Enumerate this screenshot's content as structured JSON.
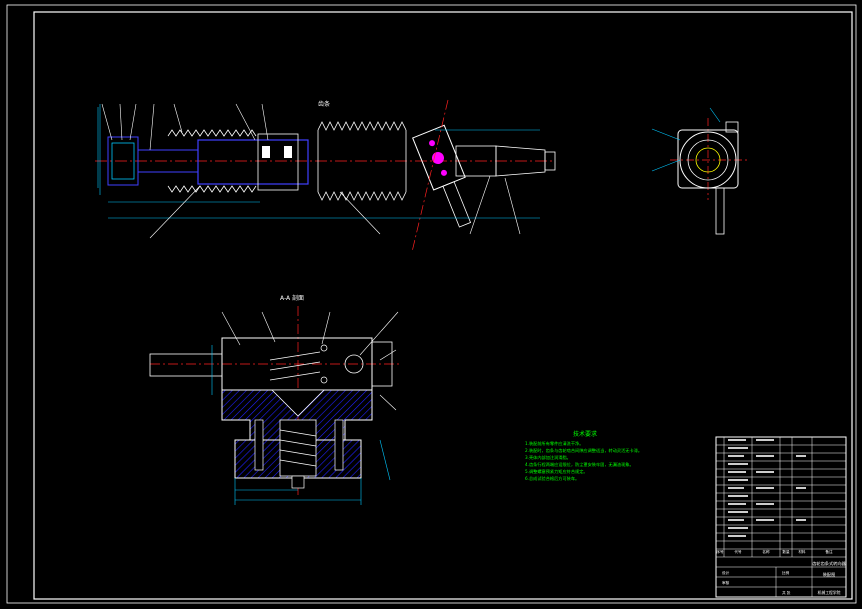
{
  "colors": {
    "background": "#000000",
    "frame": "#ffffff",
    "part": "#0000ff",
    "centerline": "#ff2020",
    "dimension": "#00c8ff",
    "hatch": "#2020ff",
    "note": "#00ff00",
    "accent": "#ff00ff",
    "highlight": "#ffff00"
  },
  "drawing": {
    "section_label": "A-A 剖面",
    "notes_title": "技术要求",
    "notes": [
      "1.装配前所有零件应清洗干净。",
      "2.装配时，齿条与齿轮啮合间隙应调整适当，转动灵活无卡滞。",
      "3.壳体内部加注润滑脂。",
      "4.齿条行程两端应设限位，防尘罩安装牢固，无漏油现象。",
      "5.调整螺塞预紧力矩应符合规定。",
      "6.总成试验合格后方可装车。"
    ]
  },
  "title_block": {
    "title": "齿轮齿条式转向器",
    "drawing_no": "装配图",
    "scale_label": "比例",
    "sheet_label": "共 张",
    "designer_label": "设计",
    "checker_label": "审核",
    "school": "机械工程学院",
    "bom_headers": [
      "序号",
      "代号",
      "名称",
      "数量",
      "材料",
      "备注"
    ]
  }
}
